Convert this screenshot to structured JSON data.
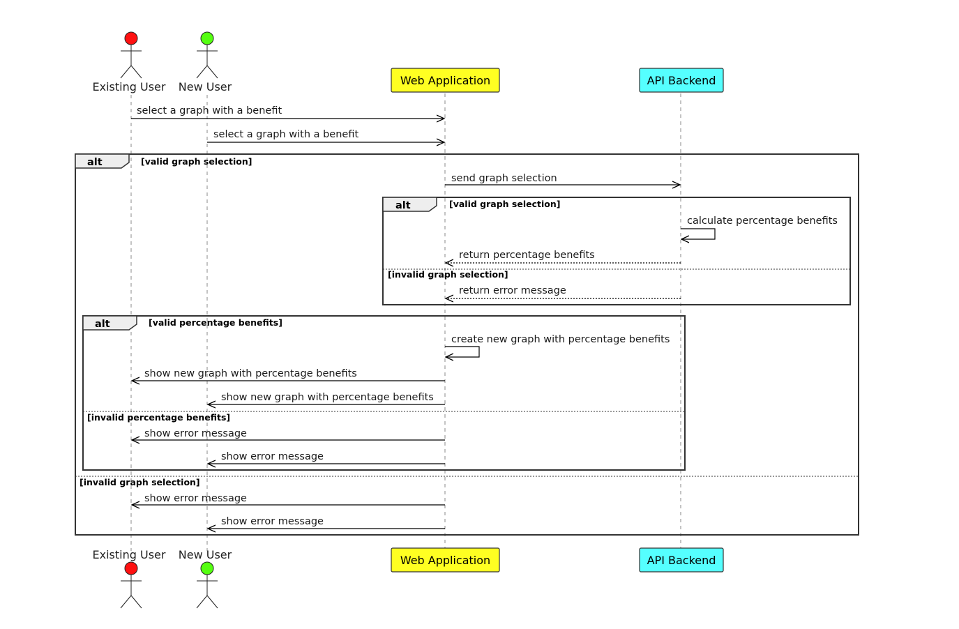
{
  "participants": {
    "existing_user": {
      "label": "Existing User",
      "color": "#ff1111"
    },
    "new_user": {
      "label": "New User",
      "color": "#55ff11"
    },
    "web_app": {
      "label": "Web Application",
      "color": "#ffff22"
    },
    "api_backend": {
      "label": "API Backend",
      "color": "#55ffff"
    }
  },
  "messages": {
    "m1": "select a graph with a benefit",
    "m2": "select a graph with a benefit",
    "m3": "send graph selection",
    "m4": "calculate percentage benefits",
    "m5": "return percentage benefits",
    "m6": "return error message",
    "m7": "create new graph with percentage benefits",
    "m8": "show new graph with percentage benefits",
    "m9": "show new graph with percentage benefits",
    "m10": "show error message",
    "m11": "show error message",
    "m12": "show error message",
    "m13": "show error message"
  },
  "fragments": {
    "outer": {
      "tag": "alt",
      "guard": "[valid graph selection]",
      "else_guard": "[invalid graph selection]"
    },
    "api": {
      "tag": "alt",
      "guard": "[valid graph selection]",
      "else_guard": "[invalid graph selection]"
    },
    "benefits": {
      "tag": "alt",
      "guard": "[valid percentage benefits]",
      "else_guard": "[invalid percentage benefits]"
    }
  }
}
